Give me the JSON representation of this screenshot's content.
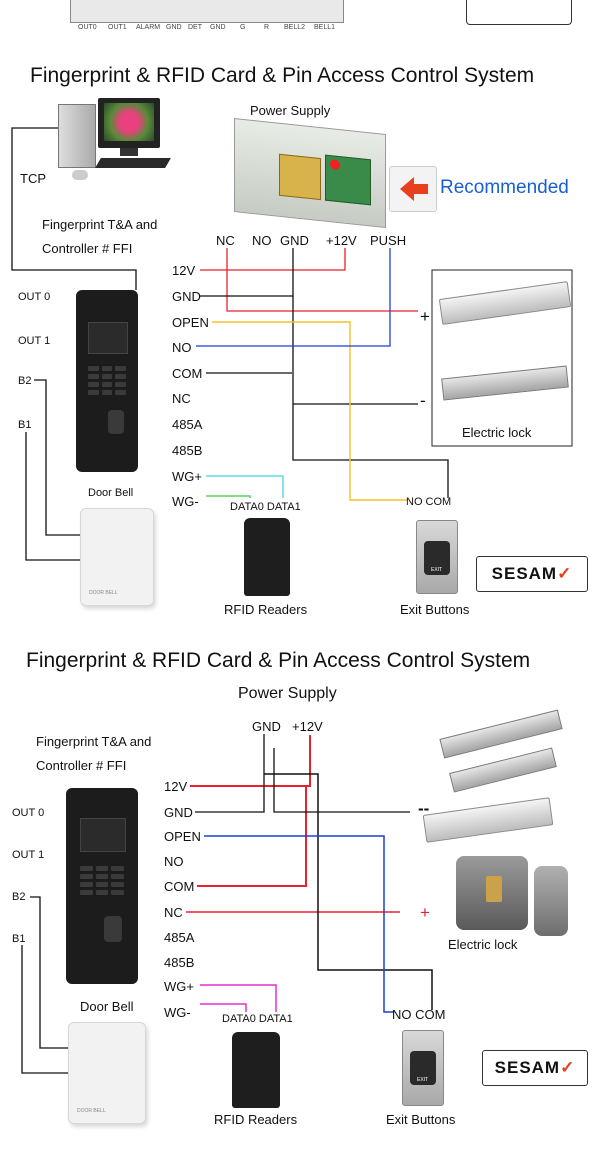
{
  "header": {
    "terminals": [
      "OUT0",
      "OUT1",
      "ALARM",
      "GND",
      "DET",
      "GND",
      "G",
      "R",
      "BELL2",
      "BELL1"
    ]
  },
  "diagram1": {
    "title": "Fingerprint & RFID Card & Pin Access Control System",
    "power_supply": "Power Supply",
    "recommended": "Recommended",
    "tcp": "TCP",
    "controller_line1": "Fingerprint T&A and",
    "controller_line2": "Controller  # FFI",
    "psu_terminals": [
      "NC",
      "NO",
      "GND",
      "+12V",
      "PUSH"
    ],
    "outputs": [
      "OUT 0",
      "OUT 1",
      "B2",
      "B1"
    ],
    "terminals": [
      "12V",
      "GND",
      "OPEN",
      "NO",
      "COM",
      "NC",
      "485A",
      "485B",
      "WG+",
      "WG-"
    ],
    "door_bell": "Door Bell",
    "data_labels": "DATA0 DATA1",
    "exit_labels": "NO  COM",
    "plus": "+",
    "minus": "-",
    "electric_lock": "Electric lock",
    "rfid_readers": "RFID Readers",
    "exit_buttons": "Exit Buttons",
    "brand": "SESAM",
    "exit_text": "EXIT",
    "bell_text": "DOOR BELL"
  },
  "diagram2": {
    "title": "Fingerprint & RFID Card & Pin Access Control System",
    "power_supply": "Power Supply",
    "controller_line1": "Fingerprint T&A and",
    "controller_line2": "Controller  # FFI",
    "psu_terminals": [
      "GND",
      "+12V"
    ],
    "outputs": [
      "OUT 0",
      "OUT 1",
      "B2",
      "B1"
    ],
    "terminals": [
      "12V",
      "GND",
      "OPEN",
      "NO",
      "COM",
      "NC",
      "485A",
      "485B",
      "WG+",
      "WG-"
    ],
    "door_bell": "Door Bell",
    "data_labels": "DATA0 DATA1",
    "exit_labels": "NO  COM",
    "plus": "+",
    "minus": "--",
    "electric_lock": "Electric lock",
    "rfid_readers": "RFID Readers",
    "exit_buttons": "Exit Buttons",
    "brand": "SESAM",
    "exit_text": "EXIT",
    "bell_text": "DOOR BELL"
  },
  "colors": {
    "red": "#e8222a",
    "blue": "#1f3fd6",
    "yellow": "#f2c12e",
    "cyan": "#3fd6e6",
    "green": "#2fcf3a",
    "magenta": "#e030d8",
    "black": "#111111",
    "recommended": "#1a5fd0",
    "arrow": "#e8401c",
    "brand_mark": "#e8401c"
  }
}
